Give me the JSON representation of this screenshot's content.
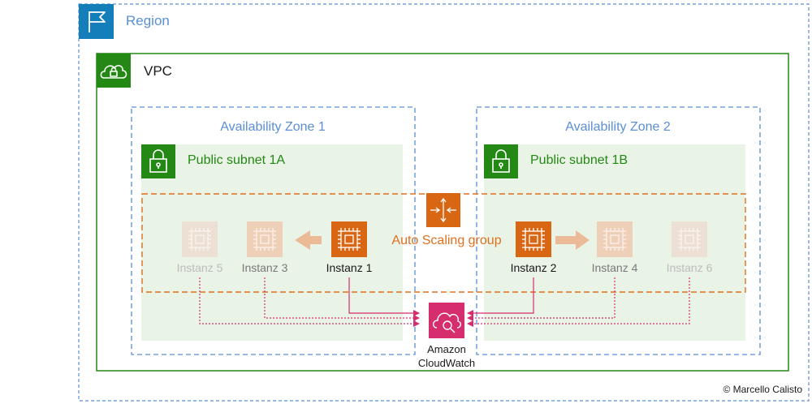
{
  "region": {
    "label": "Region",
    "icon": "flag-icon"
  },
  "vpc": {
    "label": "VPC",
    "icon": "cloud-lock-icon"
  },
  "zones": [
    {
      "label": "Availability Zone 1"
    },
    {
      "label": "Availability Zone 2"
    }
  ],
  "subnets": [
    {
      "label": "Public subnet 1A",
      "icon": "lock-icon"
    },
    {
      "label": "Public subnet 1B",
      "icon": "lock-icon"
    }
  ],
  "autoscaling": {
    "label": "Auto Scaling group",
    "icon": "auto-scaling-icon"
  },
  "instances": [
    {
      "label": "Instanz 5",
      "state": "faded"
    },
    {
      "label": "Instanz 3",
      "state": "pending"
    },
    {
      "label": "Instanz 1",
      "state": "active"
    },
    {
      "label": "Instanz 2",
      "state": "active"
    },
    {
      "label": "Instanz 4",
      "state": "pending"
    },
    {
      "label": "Instanz 6",
      "state": "faded"
    }
  ],
  "cloudwatch": {
    "line1": "Amazon",
    "line2": "CloudWatch",
    "icon": "cloudwatch-icon"
  },
  "copyright": "© Marcello Calisto",
  "colors": {
    "region": "#147eba",
    "region_text": "#5a8fd6",
    "vpc": "#248814",
    "subnet_fill": "#e9f3e6",
    "zone_border": "#5a8fd6",
    "asg": "#e0701f",
    "instance_active": "#d86613",
    "instance_pending": "#eecfb8",
    "instance_faded": "#ecdfd3",
    "arrow": "#ebbb98",
    "cloudwatch": "#d52d6e"
  }
}
